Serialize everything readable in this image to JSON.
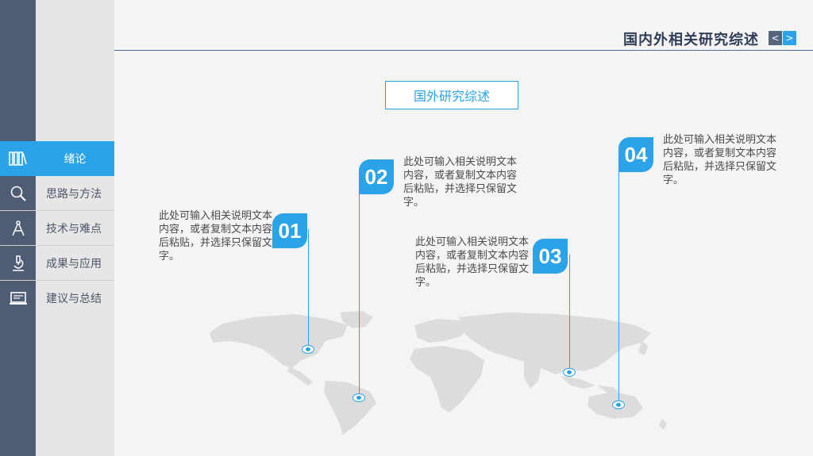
{
  "header": {
    "title": "国内外相关研究综述",
    "prev_label": "<",
    "next_label": ">"
  },
  "sidebar": {
    "items": [
      {
        "label": "绪论",
        "icon": "books-icon",
        "active": true
      },
      {
        "label": "思路与方法",
        "icon": "magnifier-icon",
        "active": false
      },
      {
        "label": "技术与难点",
        "icon": "compass-icon",
        "active": false
      },
      {
        "label": "成果与应用",
        "icon": "microscope-icon",
        "active": false
      },
      {
        "label": "建议与总结",
        "icon": "laptop-icon",
        "active": false
      }
    ]
  },
  "main": {
    "section_title": "国外研究综述",
    "points": [
      {
        "number": "01",
        "text": "此处可输入相关说明文本内容，或者复制文本内容后粘贴，并选择只保留文字。"
      },
      {
        "number": "02",
        "text": "此处可输入相关说明文本内容，或者复制文本内容后粘贴，并选择只保留文字。"
      },
      {
        "number": "03",
        "text": "此处可输入相关说明文本内容，或者复制文本内容后粘贴，并选择只保留文字。"
      },
      {
        "number": "04",
        "text": "此处可输入相关说明文本内容，或者复制文本内容后粘贴，并选择只保留文字。"
      }
    ]
  },
  "colors": {
    "accent": "#2aa3e8",
    "rail": "#4e5d74",
    "title": "#2f3e56",
    "map": "#dcdcdc"
  }
}
